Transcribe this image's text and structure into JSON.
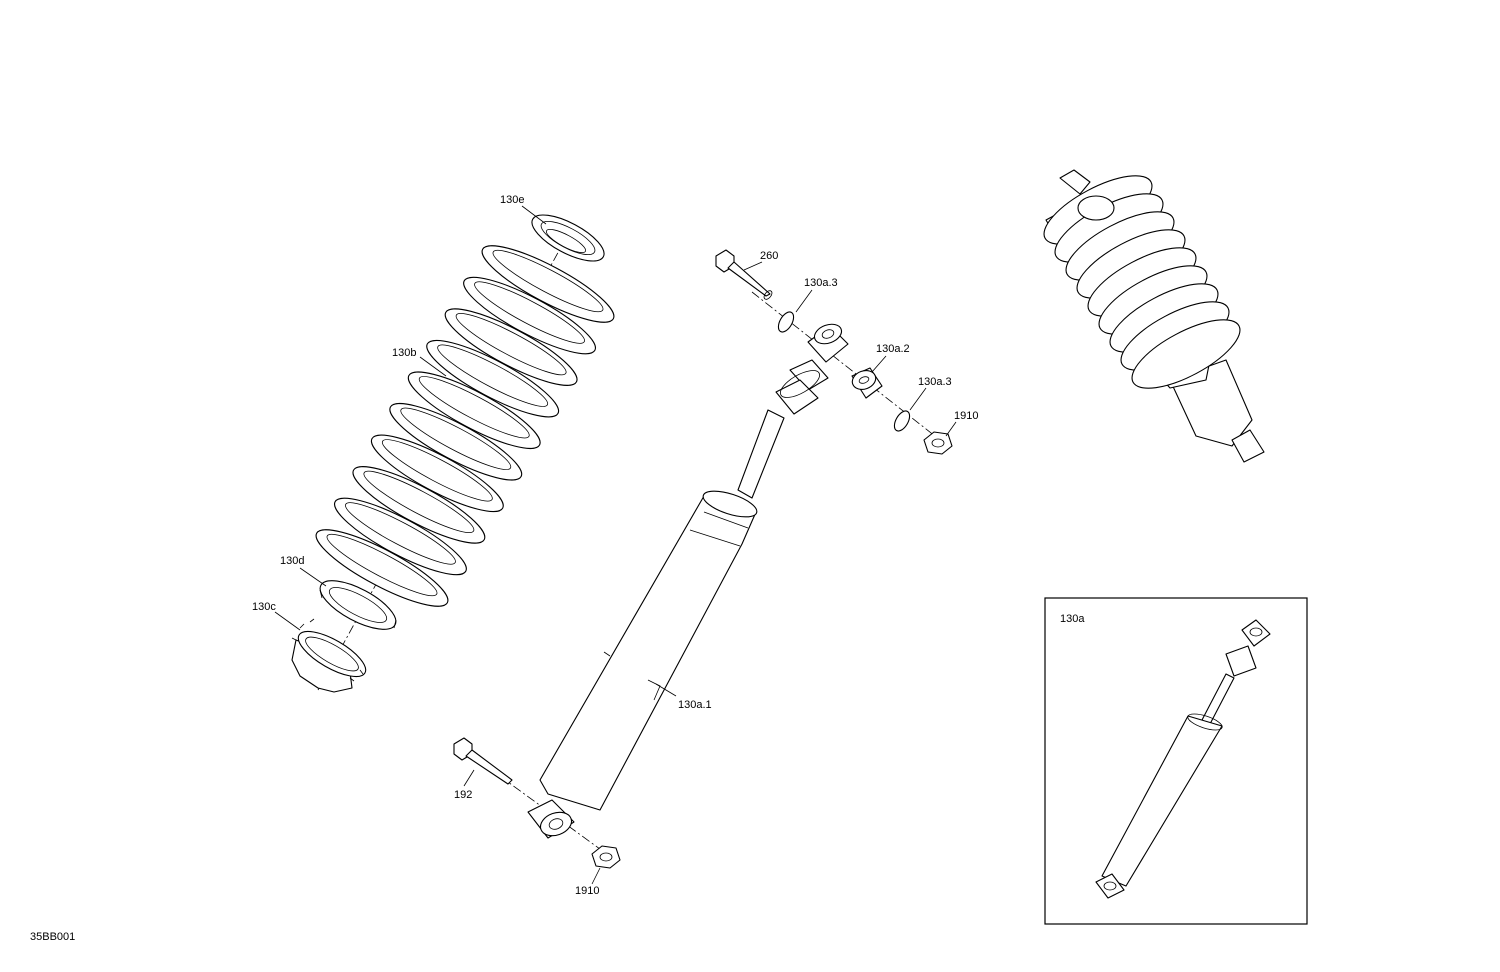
{
  "diagram_id": "35BB001",
  "inset": {
    "label": "130a"
  },
  "callouts": {
    "spring_upper_seat": "130e",
    "spring": "130b",
    "spring_lower_seat": "130d",
    "adjuster_ring": "130c",
    "upper_bolt": "260",
    "upper_retaining_ring_left": "130a.3",
    "bushing": "130a.2",
    "upper_retaining_ring_right": "130a.3",
    "upper_nut": "1910",
    "shock_body": "130a.1",
    "lower_bolt": "192",
    "lower_nut": "1910"
  }
}
